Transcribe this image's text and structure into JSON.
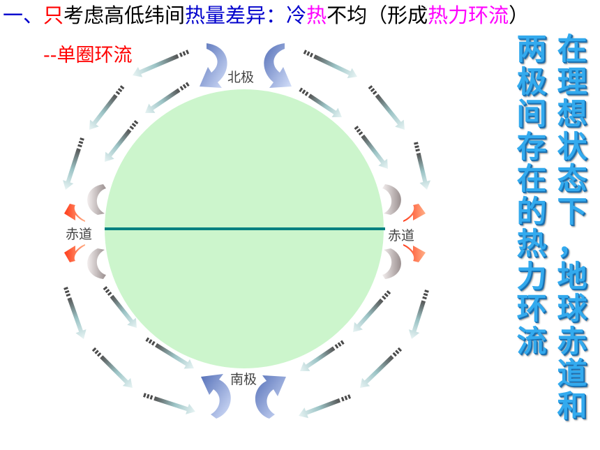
{
  "title": {
    "segments": [
      {
        "text": "一、",
        "color": "#0000cc"
      },
      {
        "text": "只",
        "color": "#ff0000"
      },
      {
        "text": "考虑高低纬间",
        "color": "#000000"
      },
      {
        "text": "热量差异：",
        "color": "#0000cc"
      },
      {
        "text": "冷",
        "color": "#0000cc"
      },
      {
        "text": "热",
        "color": "#ff00ff"
      },
      {
        "text": "不均（形成",
        "color": "#000000"
      },
      {
        "text": "热力环流",
        "color": "#ff00ff"
      },
      {
        "text": "）",
        "color": "#000000"
      }
    ]
  },
  "subtitle": "--单圈环流",
  "labels": {
    "north_pole": "北极",
    "south_pole": "南极",
    "equator_left": "赤道",
    "equator_right": "赤道"
  },
  "side_text": {
    "column_right": "在理想状态下，地球赤道和",
    "column_left": "两极间存在的热力环流"
  },
  "colors": {
    "earth_fill": "#ccf5cc",
    "equator_line": "#008080",
    "arrow_gray_teal": "#8ab8bc",
    "pole_arrow_blue": "#7f9ee8",
    "equator_arrow_red": "#f4704a",
    "side_text": "#33aaee"
  }
}
